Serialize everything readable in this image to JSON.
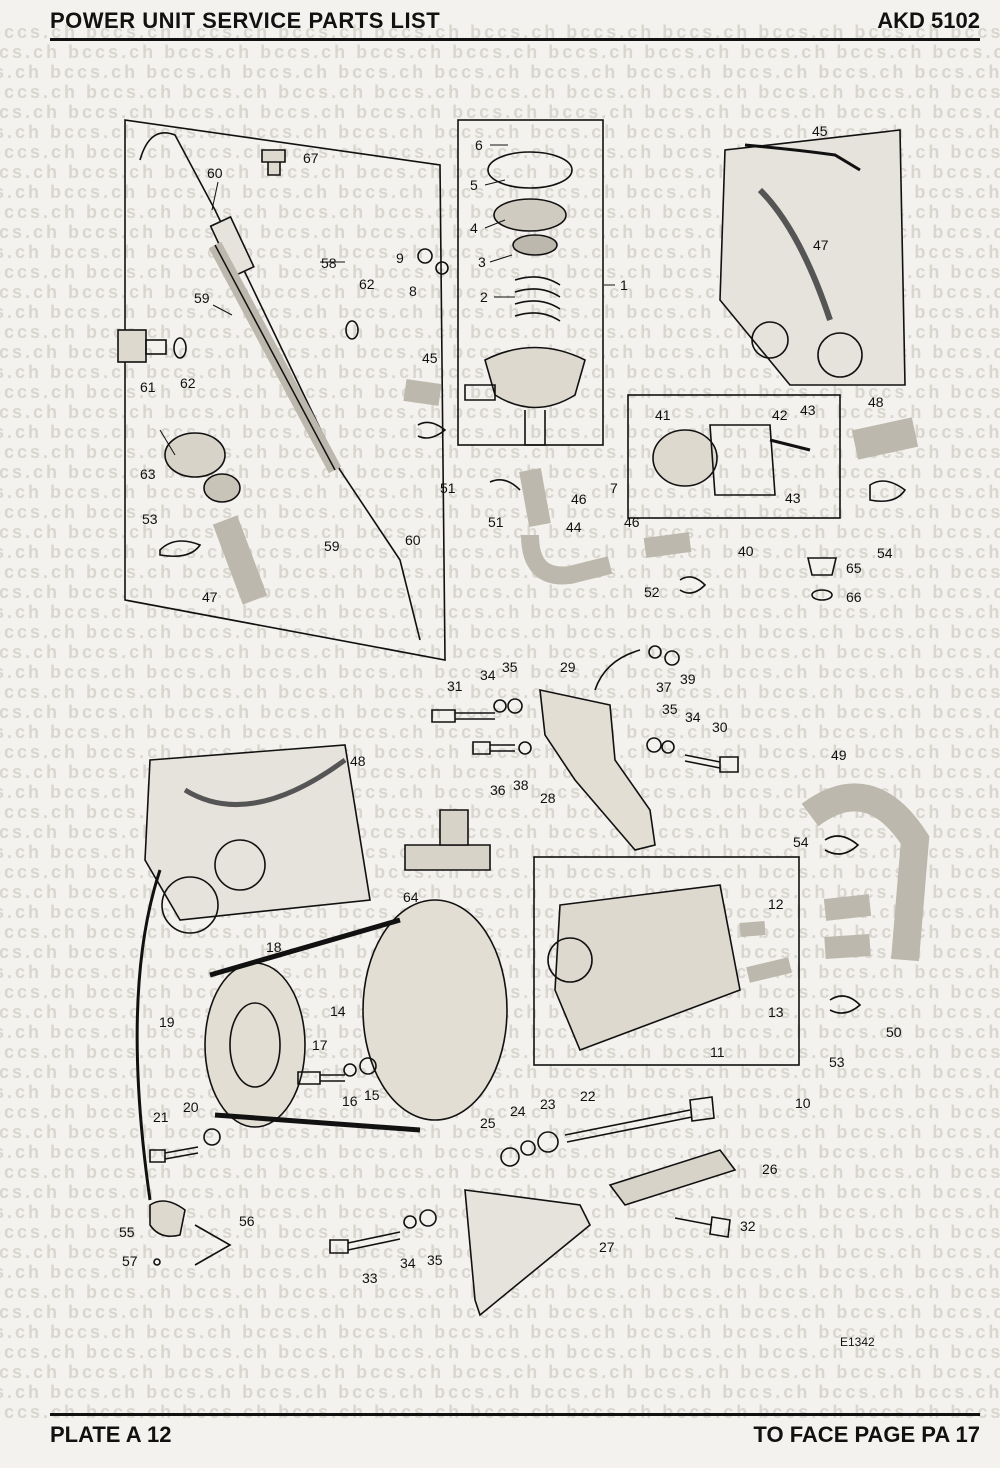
{
  "header": {
    "title": "POWER UNIT SERVICE PARTS LIST",
    "code": "AKD 5102"
  },
  "footer": {
    "plate": "PLATE A 12",
    "page_ref": "TO FACE PAGE PA 17"
  },
  "watermark": "bccs.ch",
  "drawing_code": "E1342",
  "callouts": [
    "1",
    "2",
    "3",
    "4",
    "5",
    "6",
    "7",
    "8",
    "9",
    "10",
    "11",
    "12",
    "13",
    "14",
    "15",
    "16",
    "17",
    "18",
    "19",
    "20",
    "21",
    "22",
    "23",
    "24",
    "25",
    "26",
    "27",
    "28",
    "29",
    "30",
    "31",
    "32",
    "33",
    "34",
    "34",
    "34",
    "35",
    "35",
    "35",
    "36",
    "37",
    "38",
    "39",
    "40",
    "41",
    "42",
    "43",
    "43",
    "44",
    "45",
    "45",
    "46",
    "46",
    "47",
    "47",
    "48",
    "48",
    "49",
    "50",
    "51",
    "51",
    "52",
    "53",
    "53",
    "54",
    "54",
    "55",
    "56",
    "57",
    "58",
    "59",
    "59",
    "60",
    "60",
    "61",
    "62",
    "62",
    "63",
    "64",
    "65",
    "66",
    "67"
  ]
}
